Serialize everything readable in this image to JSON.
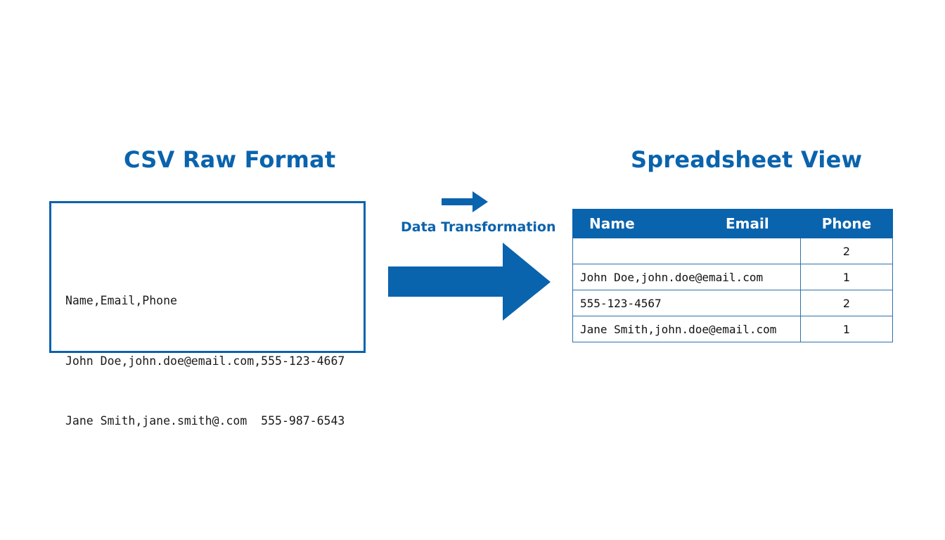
{
  "csv_panel": {
    "title": "CSV Raw Format",
    "lines": [
      "Name,Email,Phone",
      "John Doe,john.doe@email.com,555-123-4667",
      "Jane Smith,jane.smith@.com  555-987-6543"
    ]
  },
  "transformation": {
    "label": "Data Transformation",
    "small_arrow_icon": "right-arrow-icon",
    "big_arrow_icon": "right-arrow-icon"
  },
  "spreadsheet_panel": {
    "title": "Spreadsheet View",
    "headers": [
      "Name",
      "Email",
      "Phone"
    ],
    "rows": [
      {
        "text": "",
        "phone": "2"
      },
      {
        "text": "John Doe,john.doe@email.com",
        "phone": "1"
      },
      {
        "text": "555-123-4567",
        "phone": "2"
      },
      {
        "text": "Jane Smith,john.doe@email.com",
        "phone": "1"
      }
    ]
  },
  "colors": {
    "accent": "#0a63ad",
    "text": "#1a1a1a",
    "background": "#ffffff"
  }
}
